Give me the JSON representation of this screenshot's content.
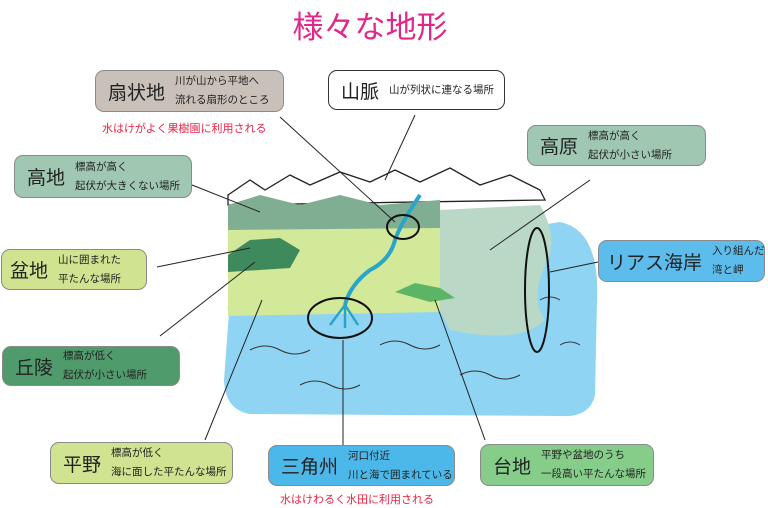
{
  "title": "様々な地形",
  "labels": {
    "senjochi": {
      "term": "扇状地",
      "desc1": "川が山から平地へ",
      "desc2": "流れる扇形のところ",
      "note": "水はけがよく果樹園に利用される",
      "color": "#c9c1b9"
    },
    "sanmyaku": {
      "term": "山脈",
      "desc1": "山が列状に連なる場所",
      "color": "#ffffff"
    },
    "kogen": {
      "term": "高原",
      "desc1": "標高が高く",
      "desc2": "起伏が小さい場所",
      "color": "#9fc7b2"
    },
    "kochi": {
      "term": "高地",
      "desc1": "標高が高く",
      "desc2": "起伏が大きくない場所",
      "color": "#9fc7b2"
    },
    "bonchi": {
      "term": "盆地",
      "desc1": "山に囲まれた",
      "desc2": "平たんな場所",
      "color": "#cfe390"
    },
    "rias": {
      "term": "リアス海岸",
      "desc1": "入り組んだ",
      "desc2": "湾と岬",
      "color": "#5cbdec"
    },
    "kyuryo": {
      "term": "丘陵",
      "desc1": "標高が低く",
      "desc2": "起伏が小さい場所",
      "color": "#4f9b6b"
    },
    "heiya": {
      "term": "平野",
      "desc1": "標高が低く",
      "desc2": "海に面した平たんな場所",
      "color": "#cfe390"
    },
    "sankakusu": {
      "term": "三角州",
      "desc1": "河口付近",
      "desc2": "川と海で囲まれている",
      "note": "水はけわるく水田に利用される",
      "color": "#4cb8ea"
    },
    "daichi": {
      "term": "台地",
      "desc1": "平野や盆地のうち",
      "desc2": "一段高い平たんな場所",
      "color": "#86cd8a"
    }
  },
  "colors": {
    "title": "#e0288a",
    "note": "#ee2244",
    "sea": "#8fd4f2",
    "plain": "#d3e99a",
    "mountain": "#7fae92"
  }
}
